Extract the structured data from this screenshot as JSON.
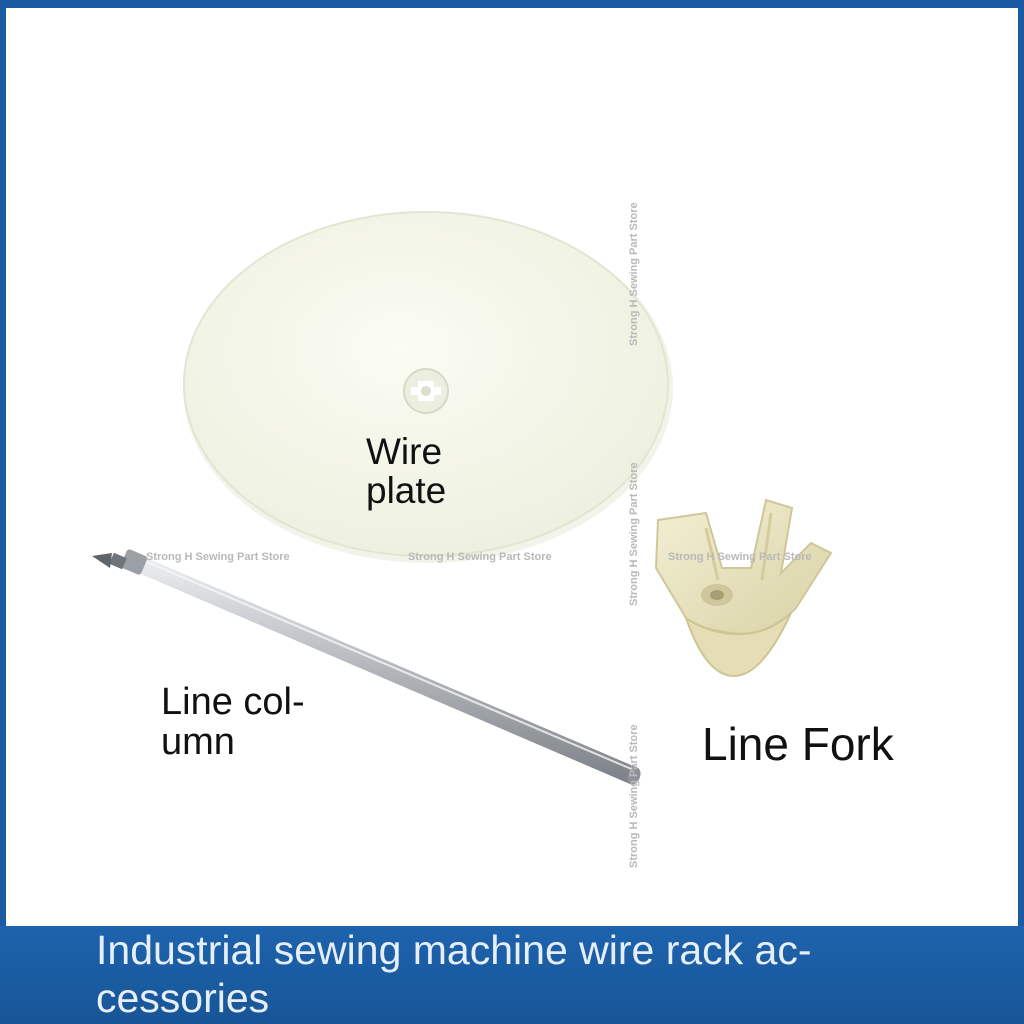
{
  "labels": {
    "wire_plate": "Wire plate",
    "line_column": "Line col-umn",
    "line_fork": "Line Fork"
  },
  "watermark": "Strong H Sewing Part Store",
  "banner": {
    "title": "Industrial sewing machine wire rack ac-cessories"
  },
  "colors": {
    "frame_blue": "#1b5aa0",
    "plate": "#f7f8ee",
    "fork": "#ebe6c4",
    "rod": "#c9ccd0"
  }
}
